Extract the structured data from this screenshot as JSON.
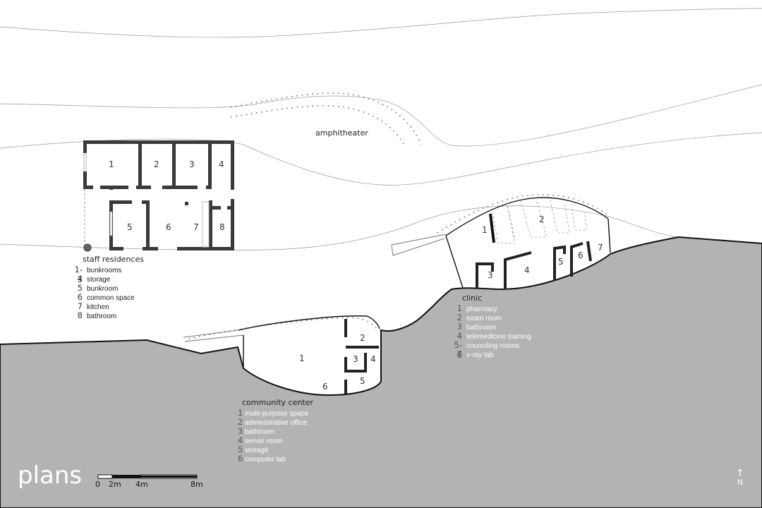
{
  "title": "plans",
  "amphitheater_label": "amphitheater",
  "staff_residences": {
    "title": "staff residences",
    "room_numbers": [
      "1",
      "2",
      "3",
      "4",
      "5",
      "6",
      "7",
      "8"
    ],
    "legend": [
      {
        "num": "1-3",
        "text": "bunkrooms"
      },
      {
        "num": "4",
        "text": "storage"
      },
      {
        "num": "5",
        "text": "bunkroom"
      },
      {
        "num": "6",
        "text": "common  space"
      },
      {
        "num": "7",
        "text": "kitchen"
      },
      {
        "num": "8",
        "text": "bathroom"
      }
    ]
  },
  "clinic": {
    "title": "clinic",
    "room_numbers": [
      "1",
      "2",
      "3",
      "4",
      "5",
      "6",
      "7"
    ],
    "legend": [
      {
        "num": "1",
        "text": "pharmacy"
      },
      {
        "num": "2",
        "text": "exam  room"
      },
      {
        "num": "3",
        "text": "bathroom"
      },
      {
        "num": "4",
        "text": "telemedicine  training"
      },
      {
        "num": "5-6",
        "text": "counciling  rooms"
      },
      {
        "num": "7",
        "text": "x-ray  lab"
      }
    ]
  },
  "community_center": {
    "title": "community center",
    "room_numbers": [
      "1",
      "2",
      "3",
      "4",
      "5",
      "6"
    ],
    "legend": [
      {
        "num": "1",
        "text": "multi-purpose  space"
      },
      {
        "num": "2",
        "text": "administrative  office"
      },
      {
        "num": "3",
        "text": "bathroom"
      },
      {
        "num": "4",
        "text": "server  room"
      },
      {
        "num": "5",
        "text": "storage"
      },
      {
        "num": "6",
        "text": "computer  lab"
      }
    ]
  },
  "scale_bar": {
    "labels": [
      "0",
      "2m",
      "4m",
      "8m"
    ]
  },
  "north_arrow": {
    "arrow": "↑",
    "label": "N"
  },
  "colors": {
    "ground": "#b3b3b3",
    "wall": "#3a3a3a",
    "line": "#1a1a1a",
    "contour": "#9a9a9a",
    "background": "#ffffff"
  }
}
